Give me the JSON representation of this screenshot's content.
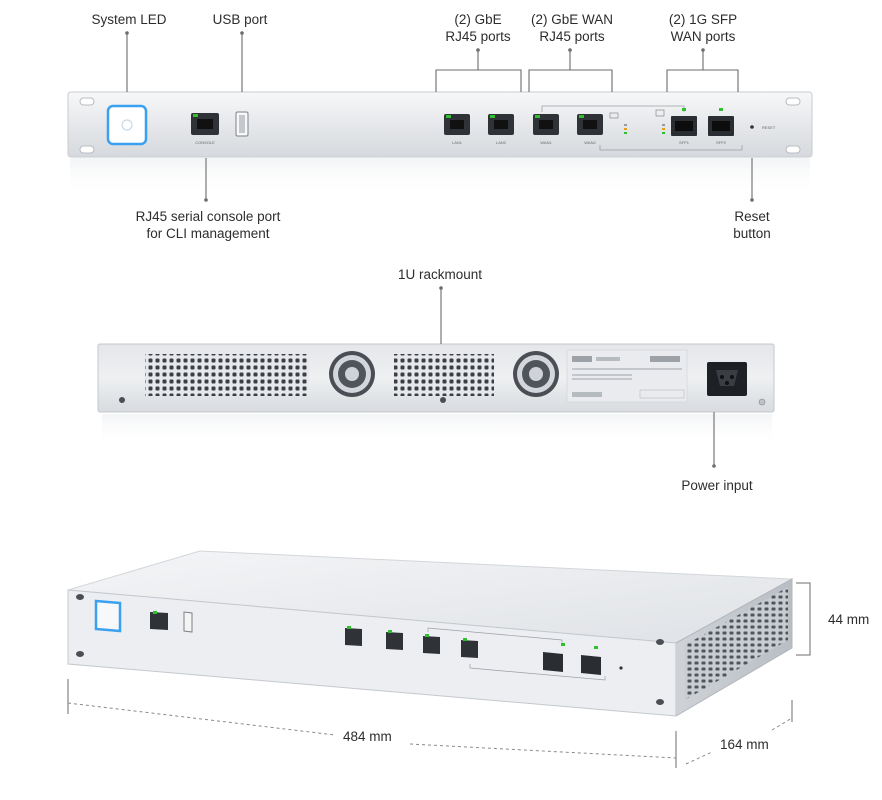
{
  "callouts": {
    "system_led": "System LED",
    "usb_port": "USB port",
    "gbe_lan": [
      "(2) GbE",
      "RJ45 ports"
    ],
    "gbe_wan": [
      "(2) GbE WAN",
      "RJ45 ports"
    ],
    "sfp_wan": [
      "(2) 1G SFP",
      "WAN ports"
    ],
    "console": [
      "RJ45 serial console port",
      "for CLI management"
    ],
    "reset": [
      "Reset",
      "button"
    ],
    "rackmount": "1U rackmount",
    "power": "Power input"
  },
  "front_panel": {
    "port_labels": [
      "CONSOLE",
      "LAN1",
      "LAN2",
      "WAN1",
      "WAN2",
      "SFP1",
      "SFP2"
    ],
    "reset_label": "RESET"
  },
  "dimensions": {
    "height": "44 mm",
    "width": "484 mm",
    "depth": "164 mm"
  },
  "colors": {
    "led_blue": "#3aa0f0",
    "port_green": "#2fbf2f",
    "chassis": "#e9ebee"
  }
}
